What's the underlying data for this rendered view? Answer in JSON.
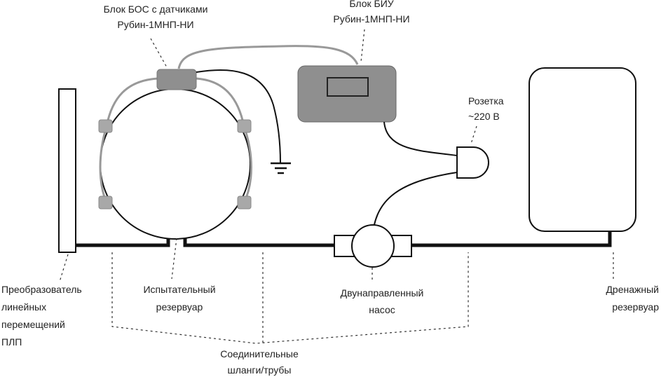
{
  "labels": {
    "bos_line1": "Блок БОС с датчиками",
    "bos_line2": "Рубин-1МНП-НИ",
    "biu_line1": "Блок БИУ",
    "biu_line2": "Рубин-1МНП-НИ",
    "socket_line1": "Розетка",
    "socket_line2": "~220 В",
    "plp_line1": "Преобразователь",
    "plp_line2": "линейных",
    "plp_line3": "перемещений",
    "plp_line4": "ПЛП",
    "test_tank_line1": "Испытательный",
    "test_tank_line2": "резервуар",
    "pump_line1": "Двунаправленный",
    "pump_line2": "насос",
    "drain_line1": "Дренажный",
    "drain_line2": "резервуар",
    "hoses_line1": "Соединительные",
    "hoses_line2": "шланги/трубы"
  },
  "colors": {
    "unit_fill": "#8f8f8f",
    "sensor_fill": "#a8a8a8",
    "cable": "#999999"
  }
}
